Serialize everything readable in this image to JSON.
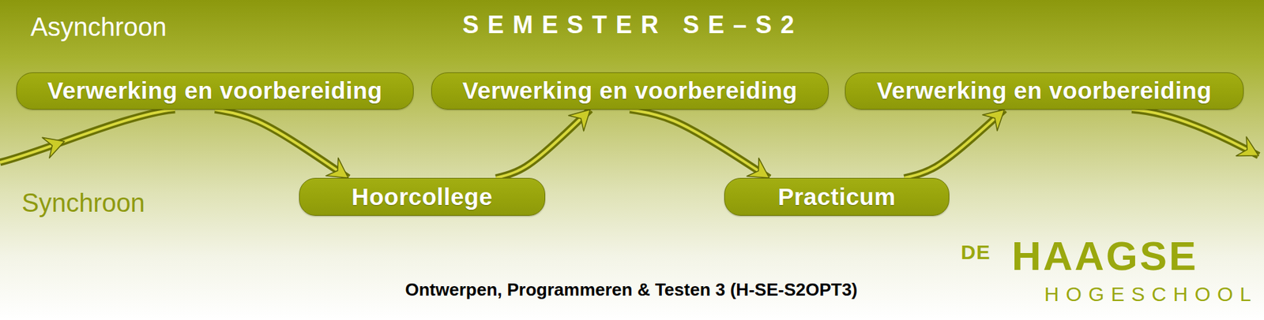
{
  "diagram": {
    "title": "SEMESTER SE–S2",
    "caption": "Ontwerpen, Programmeren & Testen 3 (H-SE-S2OPT3)",
    "nodes": [
      {
        "text": [
          "Verwerking en voorbereiding"
        ]
      },
      {
        "text": [
          "Hoorcollege"
        ]
      },
      {
        "text": [
          "Verwerking en voorbereiding"
        ]
      },
      {
        "text": [
          "Practicum"
        ]
      },
      {
        "text": [
          "Verwerking en voorbereiding"
        ]
      }
    ],
    "edges": [
      {
        "from": 0,
        "to": 1,
        "arrow": "to"
      },
      {
        "from": 1,
        "to": 2,
        "arrow": "to"
      },
      {
        "from": 2,
        "to": 3,
        "arrow": "to"
      },
      {
        "from": 3,
        "to": 4,
        "arrow": "to"
      }
    ],
    "labels": [
      "Asynchroon",
      "Synchroon",
      "DE",
      "HAAGSE",
      "HOGESCHOOL"
    ]
  }
}
